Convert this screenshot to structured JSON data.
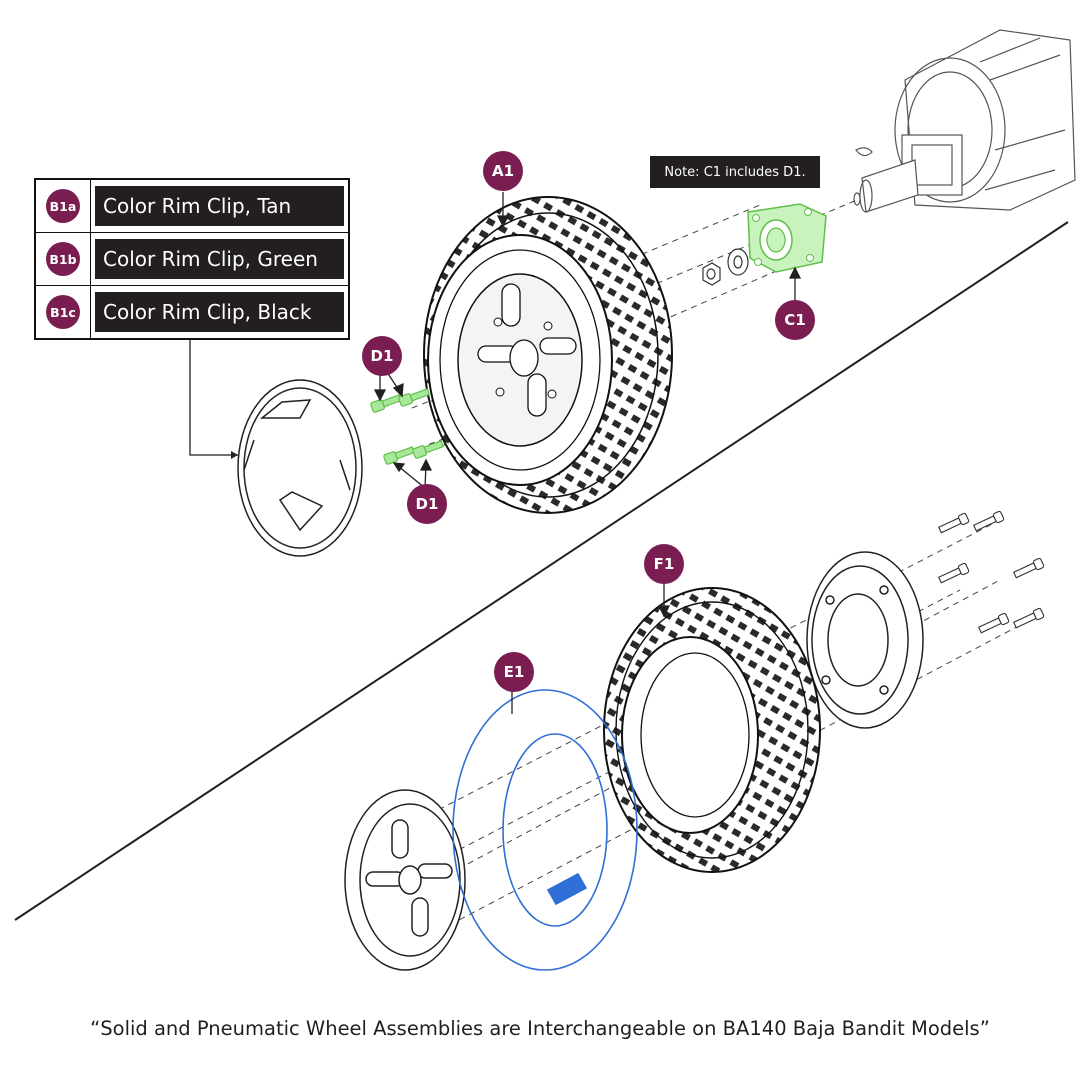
{
  "colors": {
    "badge": "#7a1e52",
    "part_highlight": "#8ee07a",
    "tube": "#2f6fd6",
    "line": "#231f20"
  },
  "legend": {
    "items": [
      {
        "id": "B1a",
        "label": "Color Rim Clip, Tan"
      },
      {
        "id": "B1b",
        "label": "Color Rim Clip, Green"
      },
      {
        "id": "B1c",
        "label": "Color Rim Clip, Black"
      }
    ]
  },
  "note": "Note: C1 includes D1.",
  "callouts": {
    "a1": "A1",
    "c1": "C1",
    "d1_top": "D1",
    "d1_bottom": "D1",
    "e1": "E1",
    "f1": "F1"
  },
  "parts": {
    "motor": "motor-assembly",
    "solid_wheel": "solid-wheel-assembly",
    "hub": "wheel-hub",
    "rim_clip": "rim-clip",
    "bolts": "hub-bolts",
    "inner_tube": "inner-tube",
    "pneumatic_tire": "pneumatic-tire",
    "rim_halves": "rim-halves"
  },
  "caption": "“Solid and Pneumatic Wheel Assemblies are Interchangeable on BA140 Baja Bandit Models”"
}
